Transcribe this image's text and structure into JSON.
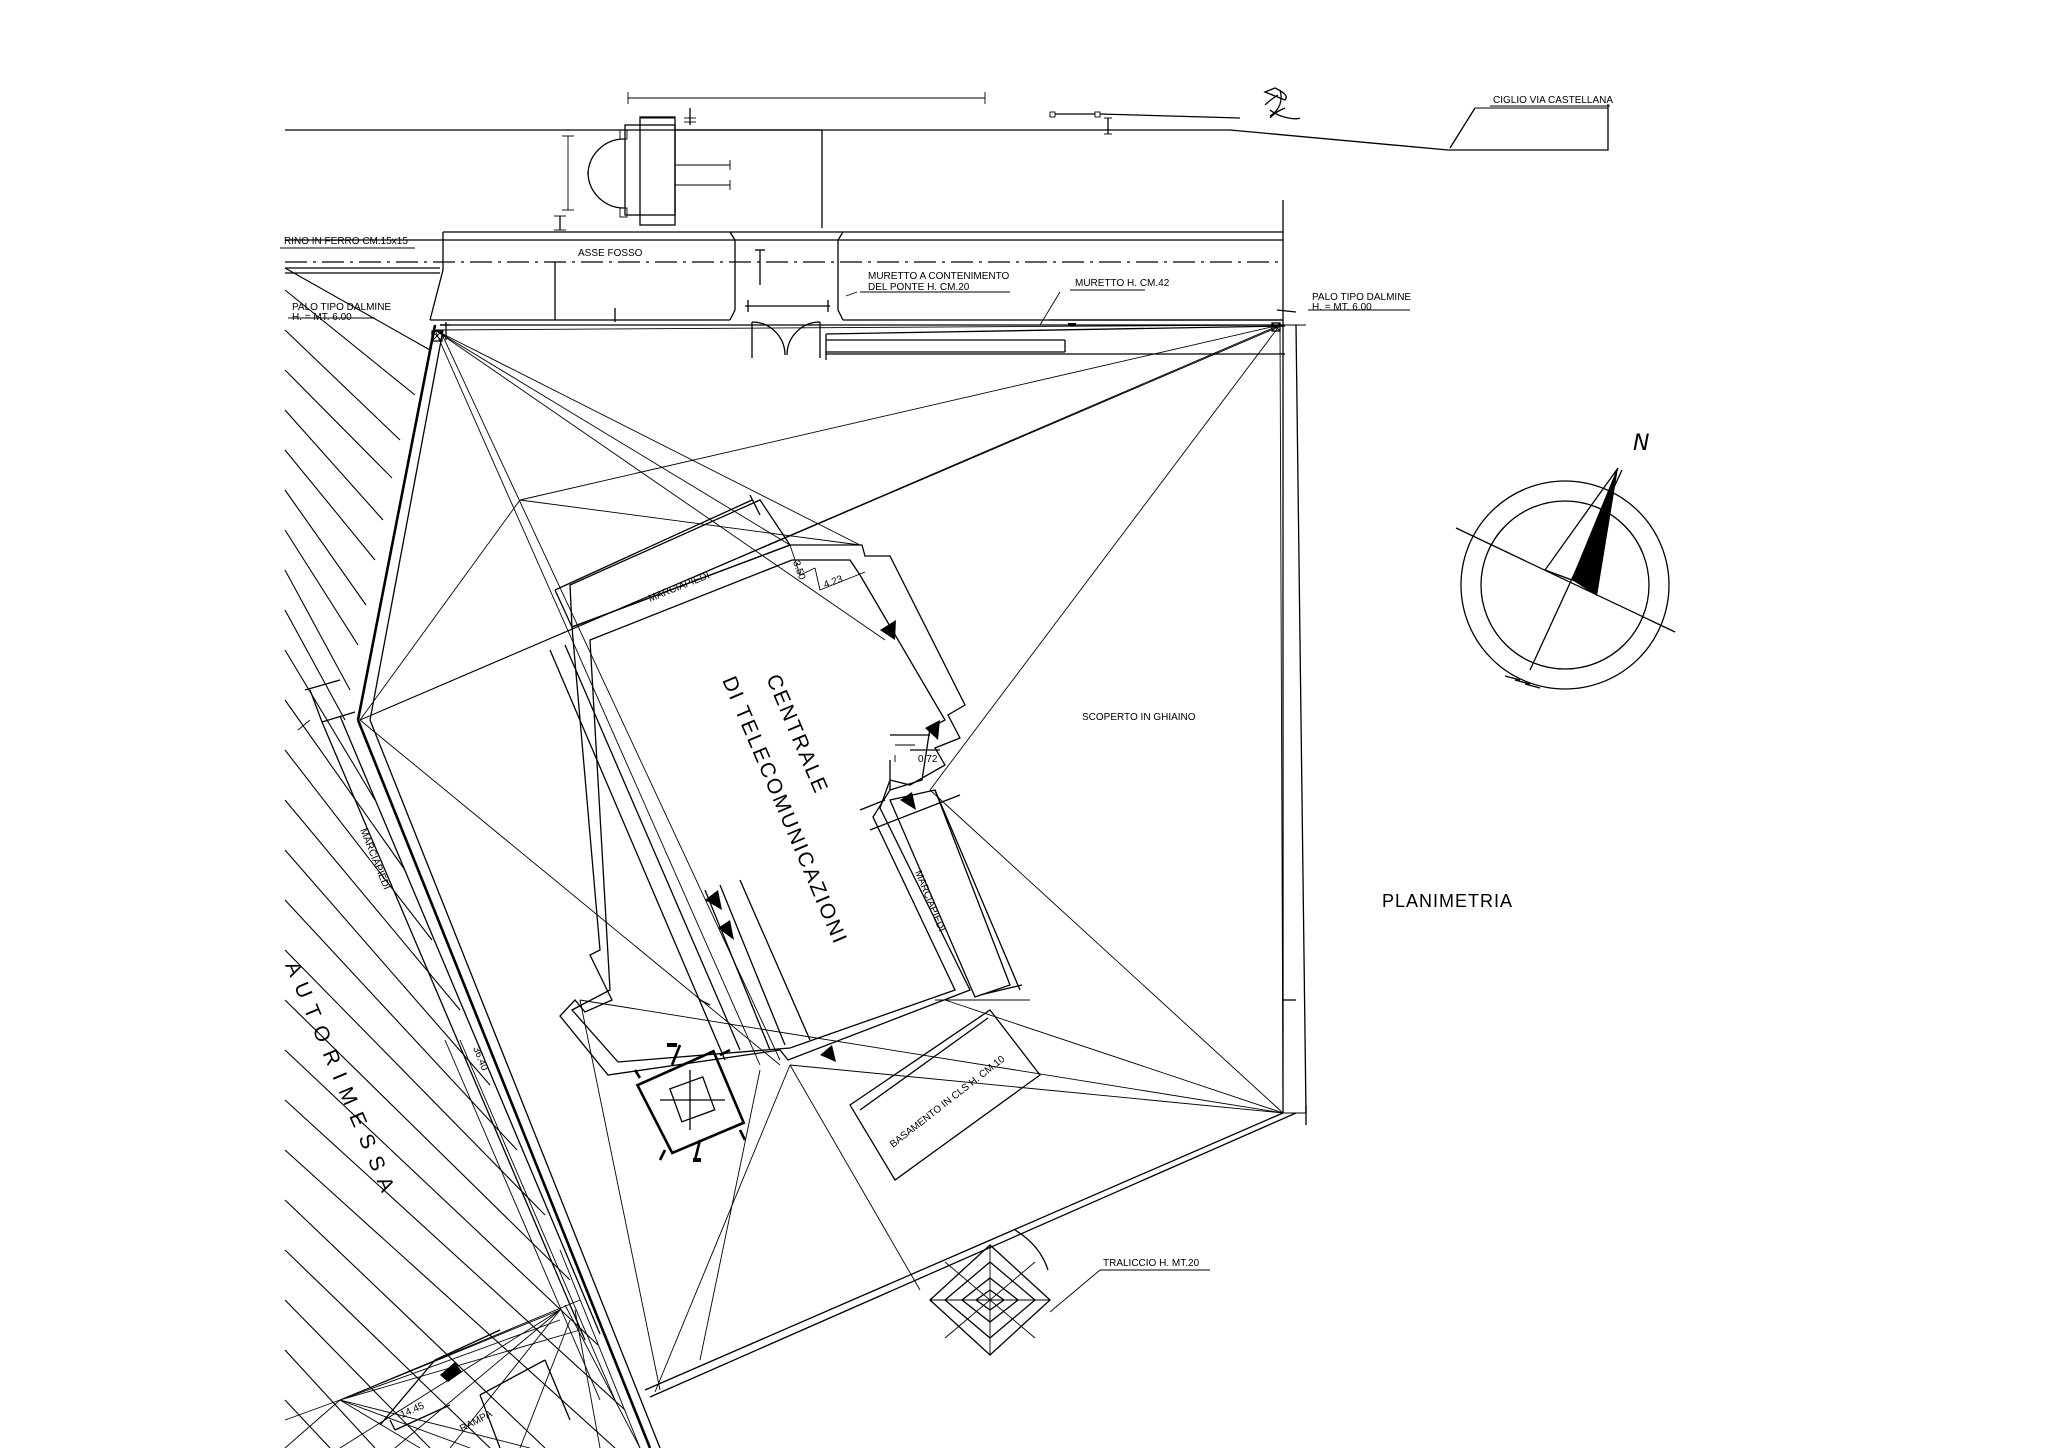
{
  "drawing": {
    "title": "PLANIMETRIA",
    "building_name_line1": "CENTRALE",
    "building_name_line2": "DI TELECOMUNICAZIONI",
    "garage_label": "A U T O R I M E S S A",
    "north_label": "N"
  },
  "labels": {
    "road_edge": "CIGLIO VIA CASTELLANA",
    "iron_post": "RINO IN FERRO CM.15x15",
    "ditch_axis": "ASSE FOSSO",
    "bridge_wall_line1": "MURETTO A CONTENIMENTO",
    "bridge_wall_line2": "DEL PONTE H. CM.20",
    "low_wall": "MURETTO H. CM.42",
    "pole_left_line1": "PALO TIPO DALMINE",
    "pole_left_line2": "H. = MT. 6.00",
    "pole_right_line1": "PALO TIPO DALMINE",
    "pole_right_line2": "H. = MT. 6.00",
    "gravel_area": "SCOPERTO IN GHIAINO",
    "sidewalk_top": "MARCIAPIEDI",
    "sidewalk_right": "MARCIAPIEDI",
    "sidewalk_left": "MARCIAPIEDI",
    "concrete_base": "BASAMENTO IN CLS H. CM.10",
    "lattice_tower": "TRALICCIO H. MT.20",
    "ramp": "RAMPA"
  },
  "dimensions": {
    "d1": "3.50",
    "d2": "4.23",
    "d3": "0.72",
    "d4": "36.40",
    "d5": "14.45"
  },
  "colors": {
    "ink": "#000000",
    "paper": "#ffffff"
  }
}
